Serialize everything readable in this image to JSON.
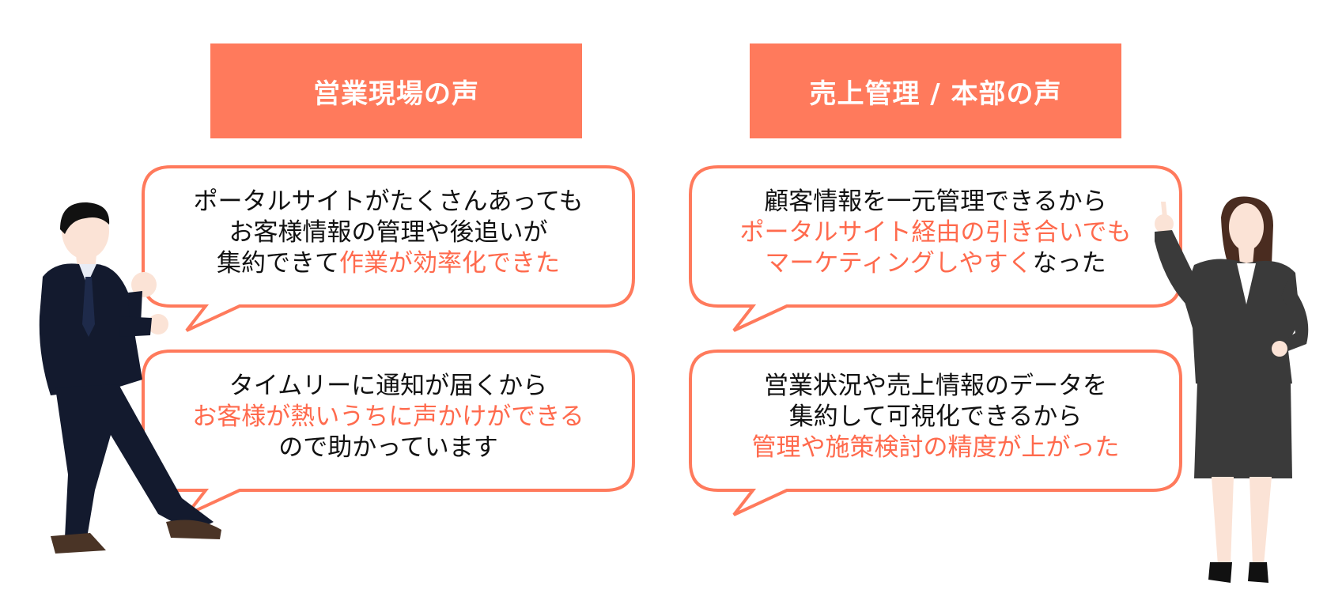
{
  "left_column": {
    "header": "営業現場の声",
    "bubbles": [
      {
        "lines": [
          [
            {
              "text": "ポータルサイトがたくさんあっても",
              "highlight": false
            }
          ],
          [
            {
              "text": "お客様情報の管理や後追いが",
              "highlight": false
            }
          ],
          [
            {
              "text": "集約できて",
              "highlight": false
            },
            {
              "text": "作業が効率化できた",
              "highlight": true
            }
          ]
        ]
      },
      {
        "lines": [
          [
            {
              "text": "タイムリーに通知が届くから",
              "highlight": false
            }
          ],
          [
            {
              "text": "お客様が熱いうちに声かけができる",
              "highlight": true
            }
          ],
          [
            {
              "text": "ので助かっています",
              "highlight": false
            }
          ]
        ]
      }
    ]
  },
  "right_column": {
    "header": "売上管理 / 本部の声",
    "bubbles": [
      {
        "lines": [
          [
            {
              "text": "顧客情報を一元管理できるから",
              "highlight": false
            }
          ],
          [
            {
              "text": "ポータルサイト経由の引き合いでも",
              "highlight": true
            }
          ],
          [
            {
              "text": "マーケティングしやすく",
              "highlight": true
            },
            {
              "text": "なった",
              "highlight": false
            }
          ]
        ]
      },
      {
        "lines": [
          [
            {
              "text": "営業状況や売上情報のデータを",
              "highlight": false
            }
          ],
          [
            {
              "text": "集約して可視化できるから",
              "highlight": false
            }
          ],
          [
            {
              "text": "管理や施策検討の精度が上がった",
              "highlight": true
            }
          ]
        ]
      }
    ]
  },
  "colors": {
    "accent": "#ff7a5c",
    "highlight_text": "#ff6a4d",
    "body_text": "#111111",
    "suit_dark": "#131a2e",
    "suit_gray": "#3a3a3a"
  },
  "figures": {
    "left": "businessman-cheering",
    "right": "businesswoman-pointing-up"
  }
}
